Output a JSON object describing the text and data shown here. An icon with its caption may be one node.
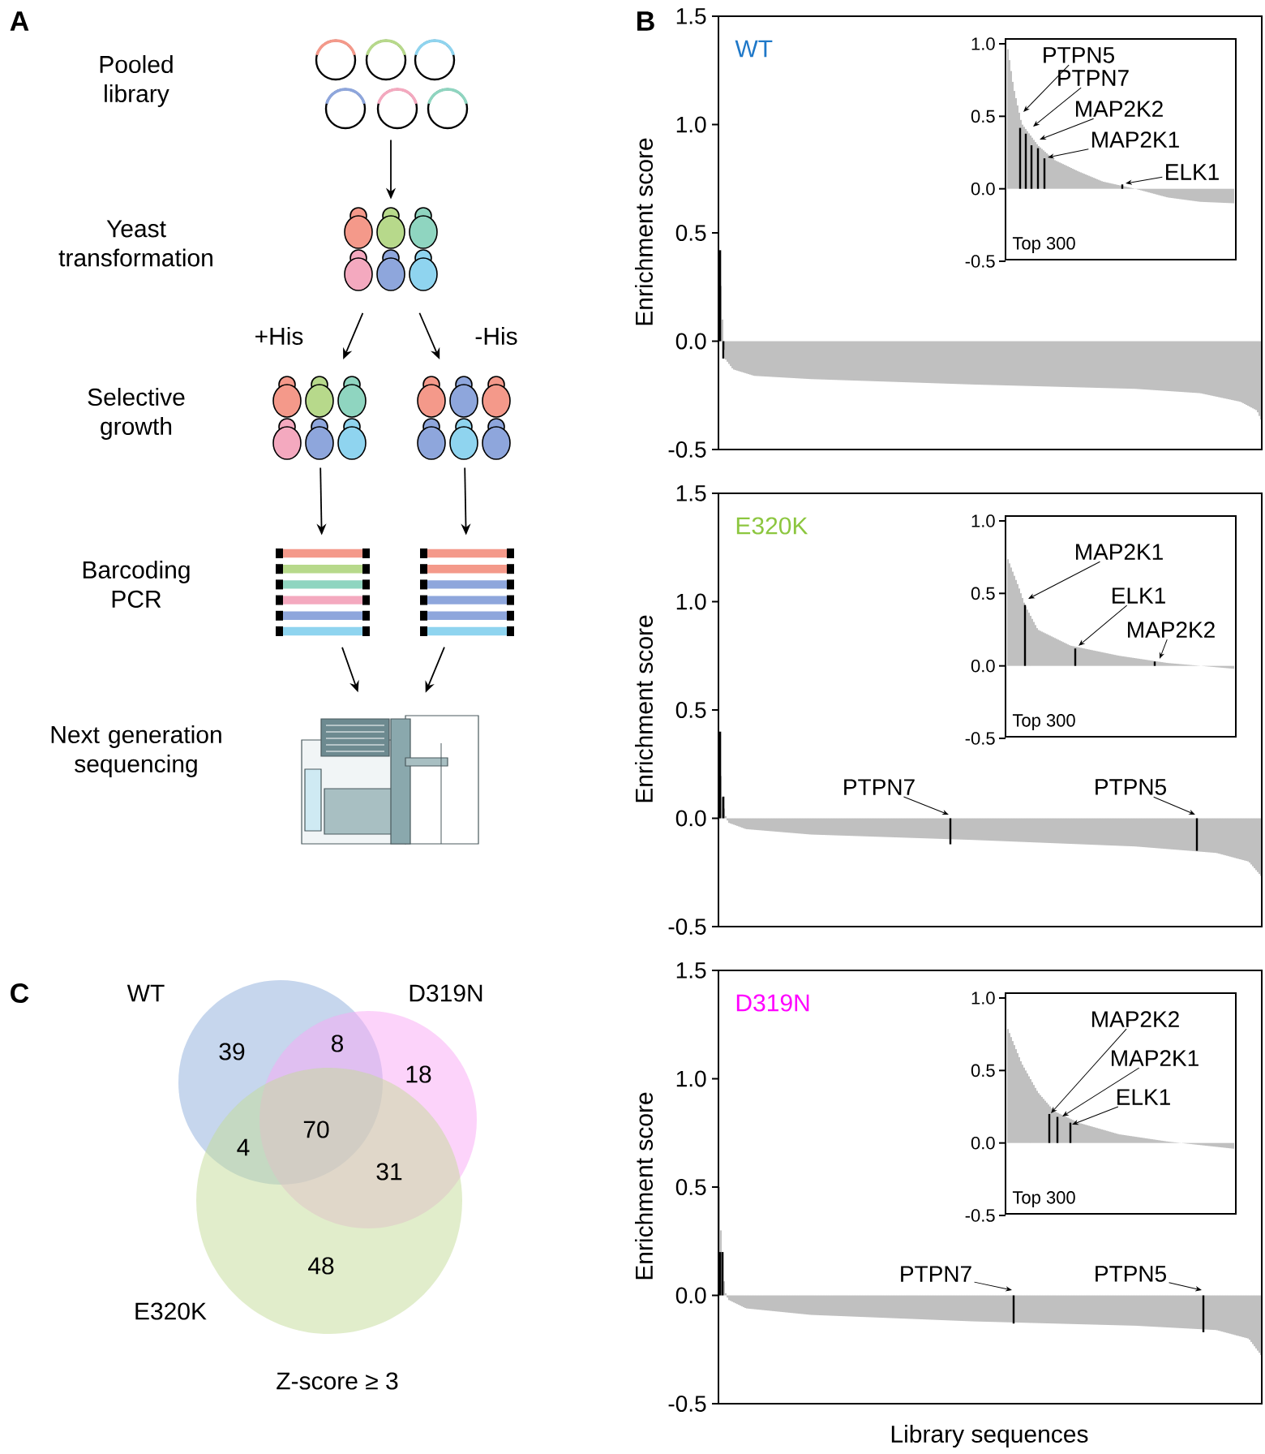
{
  "diagram": {
    "nodes": [
      {
        "text": [],
        "shape": "picture"
      },
      {
        "text": [],
        "shape": "picture"
      },
      {
        "text": [],
        "shape": "picture"
      },
      {
        "text": [],
        "shape": "picture"
      },
      {
        "text": [],
        "shape": "picture"
      },
      {
        "text": [],
        "shape": "picture"
      },
      {
        "text": [],
        "shape": "picture"
      },
      {
        "text": [
          "PTPN5"
        ]
      },
      {
        "text": [
          "PTPN7"
        ]
      },
      {
        "text": [
          "MAP2K2"
        ]
      },
      {
        "text": [
          "MAP2K1"
        ]
      },
      {
        "text": [
          "ELK1"
        ]
      },
      {
        "text": [
          "MAP2K1"
        ]
      },
      {
        "text": [
          "ELK1"
        ]
      },
      {
        "text": [
          "MAP2K2"
        ]
      },
      {
        "text": [
          "PTPN7"
        ]
      },
      {
        "text": [
          "PTPN5"
        ]
      },
      {
        "text": [
          "MAP2K2"
        ]
      },
      {
        "text": [
          "MAP2K1"
        ]
      },
      {
        "text": [
          "ELK1"
        ]
      },
      {
        "text": [
          "PTPN7"
        ]
      },
      {
        "text": [
          "PTPN5"
        ]
      },
      {
        "text": [
          "WT"
        ]
      },
      {
        "text": [
          "D319N"
        ]
      },
      {
        "text": [
          "E320K"
        ]
      }
    ],
    "edges": [
      {
        "from": 0,
        "to": 1,
        "arrow": "to"
      },
      {
        "from": 1,
        "to": 2,
        "arrow": "to",
        "label": "+His"
      },
      {
        "from": 1,
        "to": 3,
        "arrow": "to",
        "label": "-His"
      },
      {
        "from": 2,
        "to": 4,
        "arrow": "to"
      },
      {
        "from": 3,
        "to": 5,
        "arrow": "to"
      },
      {
        "from": 4,
        "to": 6,
        "arrow": "to"
      },
      {
        "from": 5,
        "to": 6,
        "arrow": "to"
      },
      {
        "from": 7,
        "to": null,
        "arrow": "to"
      },
      {
        "from": 8,
        "to": null,
        "arrow": "to"
      },
      {
        "from": 9,
        "to": null,
        "arrow": "to"
      },
      {
        "from": 10,
        "to": null,
        "arrow": "to"
      },
      {
        "from": 11,
        "to": null,
        "arrow": "to"
      },
      {
        "from": 12,
        "to": null,
        "arrow": "to"
      },
      {
        "from": 13,
        "to": null,
        "arrow": "to"
      },
      {
        "from": 14,
        "to": null,
        "arrow": "to"
      },
      {
        "from": 15,
        "to": null,
        "arrow": "to"
      },
      {
        "from": 16,
        "to": null,
        "arrow": "to"
      },
      {
        "from": 17,
        "to": null,
        "arrow": "to"
      },
      {
        "from": 18,
        "to": null,
        "arrow": "to"
      },
      {
        "from": 19,
        "to": null,
        "arrow": "to"
      },
      {
        "from": 20,
        "to": null,
        "arrow": "to"
      },
      {
        "from": 21,
        "to": null,
        "arrow": "to"
      }
    ],
    "labels": [
      "A",
      "Pooled library",
      "Yeast transformation",
      "Selective growth",
      "Barcoding PCR",
      "Next generation sequencing",
      "B",
      "1.5",
      "1.0",
      "0.5",
      "0.0",
      "-0.5",
      "Enrichment score",
      "WT",
      "1.0",
      "0.5",
      "0.0",
      "-0.5",
      "Top 300",
      "1.5",
      "1.0",
      "0.5",
      "0.0",
      "-0.5",
      "Enrichment score",
      "E320K",
      "1.0",
      "0.5",
      "0.0",
      "-0.5",
      "Top 300",
      "1.5",
      "1.0",
      "0.5",
      "0.0",
      "-0.5",
      "Enrichment score",
      "D319N",
      "1.0",
      "0.5",
      "0.0",
      "-0.5",
      "Top 300",
      "Library sequences",
      "C",
      "39",
      "8",
      "18",
      "70",
      "4",
      "31",
      "48",
      "Z-score ≥ 3"
    ]
  }
}
